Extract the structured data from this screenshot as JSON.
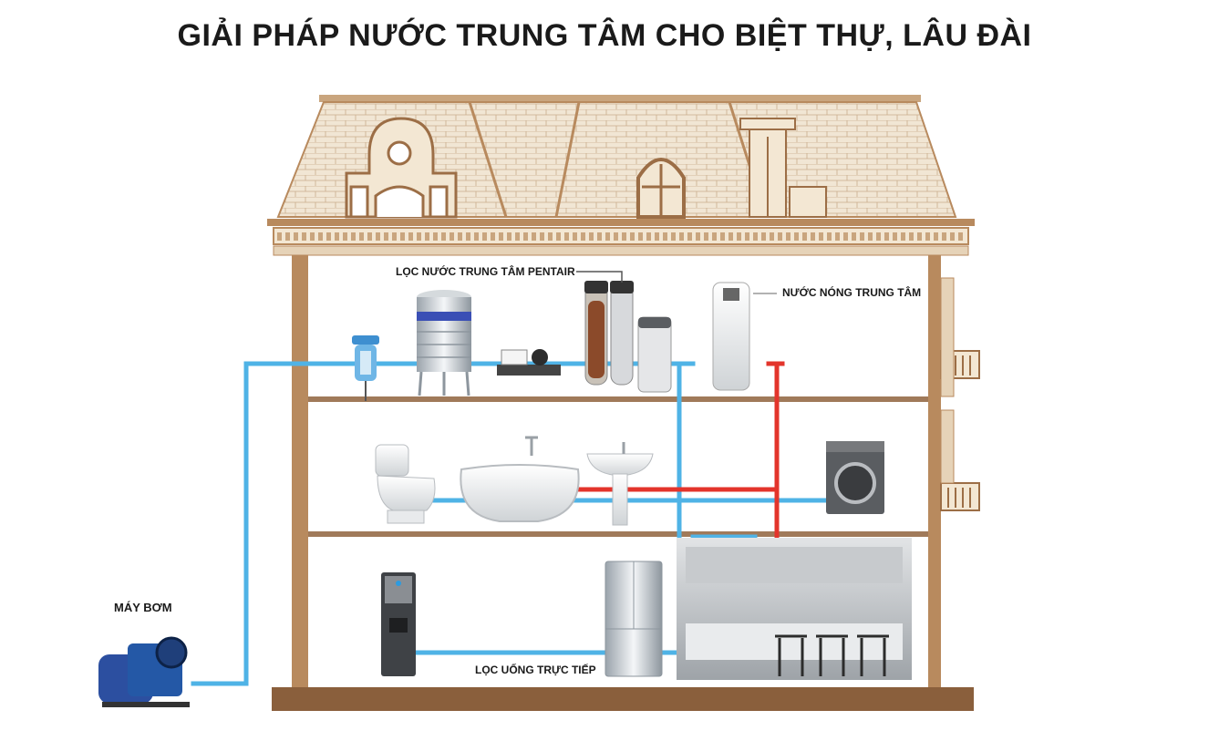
{
  "title": "GIẢI PHÁP NƯỚC TRUNG TÂM CHO BIỆT THỰ, LÂU ĐÀI",
  "labels": {
    "central_filter": "LỌC NƯỚC TRUNG TÂM PENTAIR",
    "hot_water": "NƯỚC NÓNG TRUNG TÂM",
    "pump": "MÁY BƠM",
    "drinking": "LỌC UỐNG TRỰC TIẾP"
  },
  "colors": {
    "cold_pipe": "#4fb3e6",
    "hot_pipe": "#e3342b",
    "wall": "#b88a5e",
    "wall_dark": "#8a5f3c",
    "roof": "#efe3d0",
    "floor_line": "#a07a5a"
  }
}
